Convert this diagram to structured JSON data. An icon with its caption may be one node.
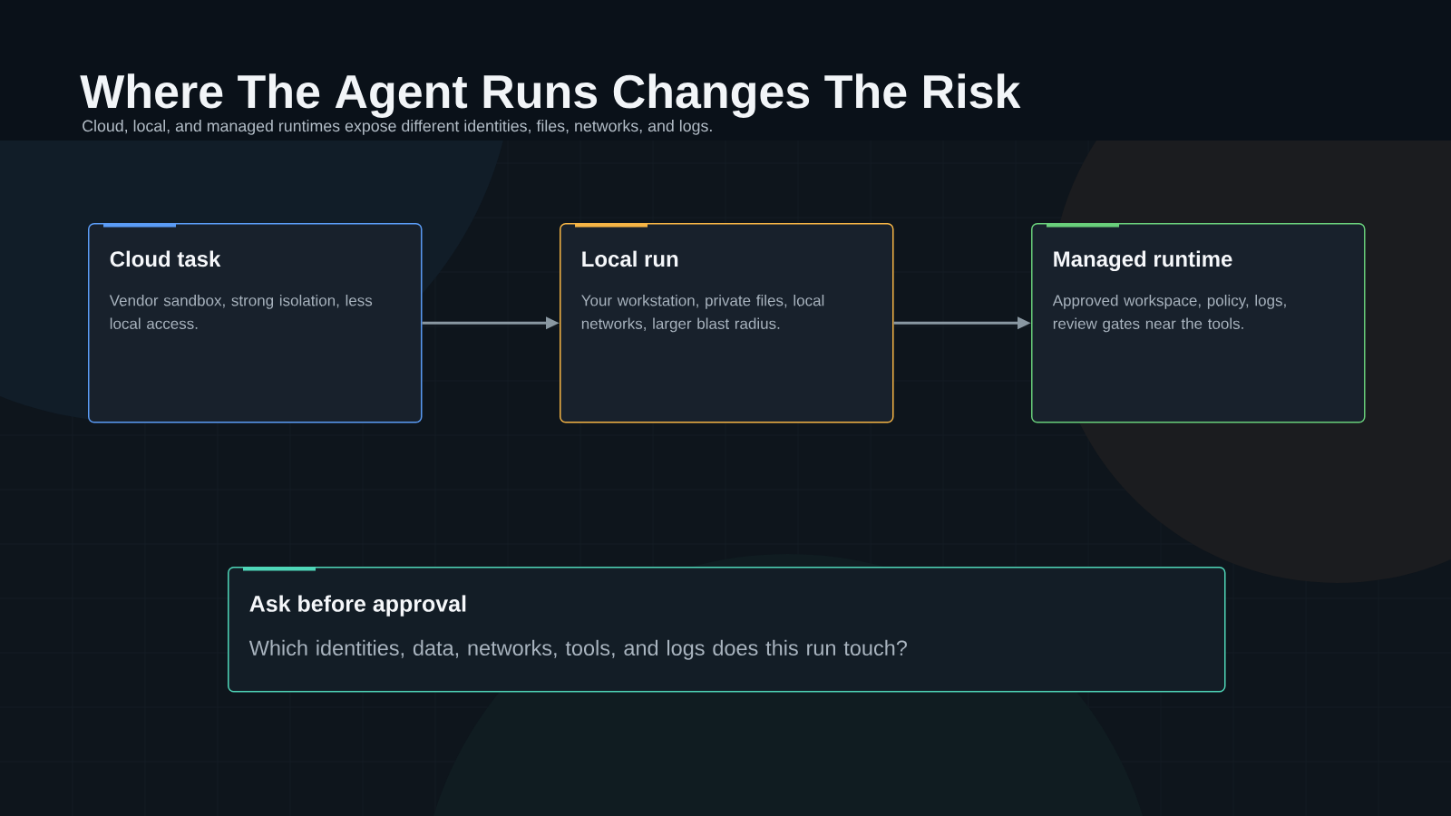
{
  "diagram": {
    "title": "Where The Agent Runs Changes The Risk",
    "nodes": [
      {
        "text": [
          "Cloud task",
          "Vendor sandbox, strong isolation, less local access."
        ]
      },
      {
        "text": [
          "Local run",
          "Your workstation, private files, local networks, larger blast radius."
        ]
      },
      {
        "text": [
          "Managed runtime",
          "Approved workspace, policy, logs, review gates near the tools."
        ]
      },
      {
        "text": [
          "Ask before approval",
          "Which identities, data, networks, tools, and logs does this run touch?"
        ]
      }
    ],
    "edges": [
      {
        "from": 0,
        "to": 1,
        "arrow": "to"
      },
      {
        "from": 1,
        "to": 2,
        "arrow": "to"
      }
    ],
    "labels": [
      "Cloud, local, and managed runtimes expose different identities, files, networks, and logs."
    ]
  }
}
